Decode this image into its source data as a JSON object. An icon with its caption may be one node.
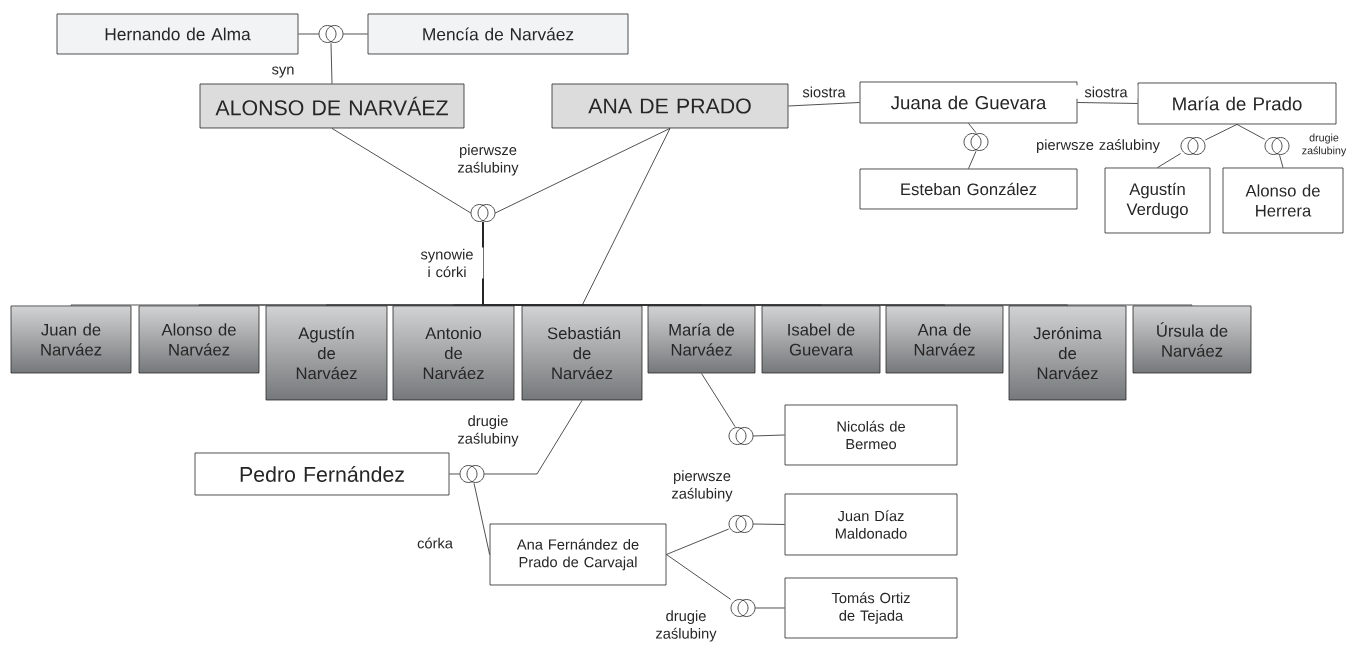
{
  "diagram": {
    "nodes": [
      {
        "text": [
          "Hernando de Alma"
        ]
      },
      {
        "text": [],
        "shape": "rings"
      },
      {
        "text": [
          "Mencía de Narváez"
        ]
      },
      {
        "text": [
          "ALONSO DE NARVÁEZ"
        ]
      },
      {
        "text": [
          "ANA DE PRADO"
        ]
      },
      {
        "text": [
          "Juana de Guevara"
        ]
      },
      {
        "text": [
          "María de Prado"
        ]
      },
      {
        "text": [],
        "shape": "rings"
      },
      {
        "text": [
          "Esteban González"
        ]
      },
      {
        "text": [],
        "shape": "rings",
        "beside": [
          "pierwsze zaślubiny"
        ]
      },
      {
        "text": [],
        "shape": "rings",
        "beside": [
          "drugie zaślubiny"
        ]
      },
      {
        "text": [
          "Agustín Verdugo"
        ]
      },
      {
        "text": [
          "Alonso de Herrera"
        ]
      },
      {
        "text": [],
        "shape": "rings"
      },
      {
        "text": [
          "Juan de Narváez"
        ]
      },
      {
        "text": [
          "Alonso de Narváez"
        ]
      },
      {
        "text": [
          "Agustín de Narváez"
        ]
      },
      {
        "text": [
          "Antonio de Narváez"
        ]
      },
      {
        "text": [
          "Sebastián de Narváez"
        ]
      },
      {
        "text": [
          "María de Narváez"
        ]
      },
      {
        "text": [
          "Isabel de Guevara"
        ]
      },
      {
        "text": [
          "Ana de Narváez"
        ]
      },
      {
        "text": [
          "Jerónima de Narváez"
        ]
      },
      {
        "text": [
          "Úrsula de Narváez"
        ]
      },
      {
        "text": [],
        "shape": "rings"
      },
      {
        "text": [
          "Nicolás de Bermeo"
        ]
      },
      {
        "text": [
          "Pedro Fernández"
        ]
      },
      {
        "text": [],
        "shape": "rings",
        "beside": [
          "drugie zaślubiny"
        ]
      },
      {
        "text": [
          "Juan Díaz Maldonado"
        ]
      },
      {
        "text": [],
        "shape": "rings",
        "beside": [
          "pierwsze zaślubiny"
        ]
      },
      {
        "text": [
          "Ana Fernández de Prado de Carvajal"
        ]
      },
      {
        "text": [],
        "shape": "rings",
        "beside": [
          "drugie zaślubiny"
        ]
      },
      {
        "text": [
          "Tomás Ortiz de Tejada"
        ]
      }
    ],
    "edges": [
      {
        "from": 0,
        "to": 1,
        "arrow": "none"
      },
      {
        "from": 2,
        "to": 1,
        "arrow": "none"
      },
      {
        "from": 1,
        "to": 3,
        "arrow": "none",
        "label": "syn"
      },
      {
        "from": 3,
        "to": 13,
        "arrow": "none"
      },
      {
        "from": 4,
        "to": 13,
        "arrow": "none"
      },
      {
        "from": 13,
        "to": 14,
        "arrow": "none"
      },
      {
        "from": 13,
        "to": 15,
        "arrow": "none"
      },
      {
        "from": 13,
        "to": 16,
        "arrow": "none"
      },
      {
        "from": 13,
        "to": 17,
        "arrow": "none",
        "label": "synowie i córki"
      },
      {
        "from": 13,
        "to": 18,
        "arrow": "none"
      },
      {
        "from": 13,
        "to": 19,
        "arrow": "none"
      },
      {
        "from": 13,
        "to": 20,
        "arrow": "none"
      },
      {
        "from": 13,
        "to": 21,
        "arrow": "none"
      },
      {
        "from": 13,
        "to": 22,
        "arrow": "none"
      },
      {
        "from": 13,
        "to": 23,
        "arrow": "none"
      },
      {
        "from": 4,
        "to": 5,
        "arrow": "none",
        "label": "siostra"
      },
      {
        "from": 5,
        "to": 6,
        "arrow": "none",
        "label": "siostra"
      },
      {
        "from": 5,
        "to": 7,
        "arrow": "none"
      },
      {
        "from": 7,
        "to": 8,
        "arrow": "none"
      },
      {
        "from": 6,
        "to": 9,
        "arrow": "none"
      },
      {
        "from": 9,
        "to": 11,
        "arrow": "none"
      },
      {
        "from": 6,
        "to": 10,
        "arrow": "none"
      },
      {
        "from": 10,
        "to": 12,
        "arrow": "none"
      },
      {
        "from": 4,
        "to": 18,
        "arrow": "none"
      },
      {
        "from": 19,
        "to": 24,
        "arrow": "none"
      },
      {
        "from": 24,
        "to": 25,
        "arrow": "none"
      },
      {
        "from": 26,
        "to": 27,
        "arrow": "none"
      },
      {
        "from": 18,
        "to": 27,
        "arrow": "none"
      },
      {
        "from": 27,
        "to": 30,
        "arrow": "none",
        "label": "córka"
      },
      {
        "from": 30,
        "to": 29,
        "arrow": "none"
      },
      {
        "from": 29,
        "to": 28,
        "arrow": "none"
      },
      {
        "from": 30,
        "to": 31,
        "arrow": "none"
      },
      {
        "from": 31,
        "to": 32,
        "arrow": "none"
      }
    ],
    "labels": [
      "pierwsze zaślubiny"
    ]
  }
}
